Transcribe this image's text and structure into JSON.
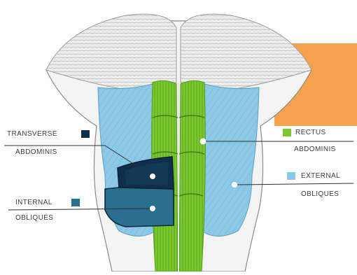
{
  "labels": {
    "transverse": {
      "line1": "TRANSVERSE",
      "line2": "ABDOMINIS"
    },
    "internal": {
      "line1": "INTERNAL",
      "line2": "OBLIQUES"
    },
    "rectus": {
      "line1": "RECTUS",
      "line2": "ABDOMINIS"
    },
    "external": {
      "line1": "EXTERNAL",
      "line2": "OBLIQUES"
    }
  },
  "colors": {
    "background": "#ffffff",
    "accent_block": "#f4a24d",
    "chest": "#ececec",
    "rectus": "#7cc62e",
    "rectus_dark": "#4f9a1c",
    "external": "#8cc9e6",
    "internal": "#2a6f8e",
    "transverse": "#0f2f4c",
    "skin_outline": "#8a8a8a",
    "leader_line": "#2f2f2f"
  }
}
